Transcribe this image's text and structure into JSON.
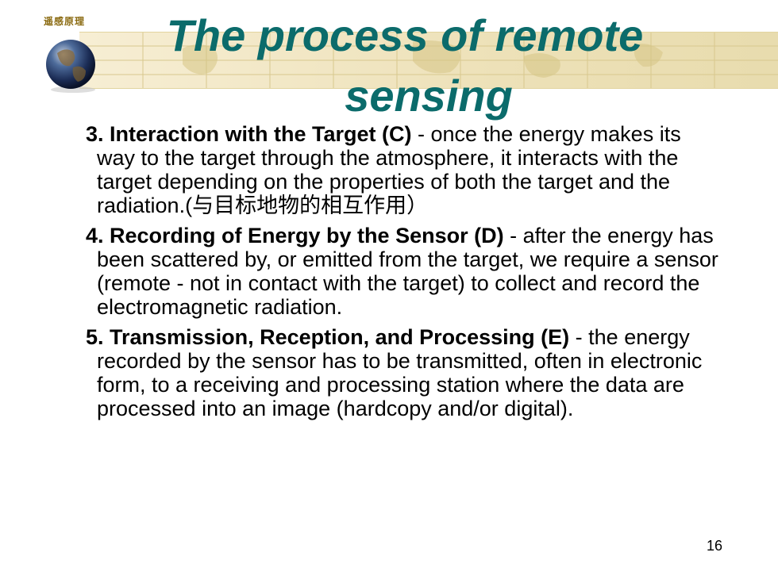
{
  "header": {
    "logo_text": "遥感原理",
    "title_line1": "The process of remote",
    "title_line2": "sensing"
  },
  "items": [
    {
      "heading": "3. Interaction with the Target (C)",
      "body": " - once the energy makes its way to the target through the atmosphere, it interacts with the target depending on the properties of both the target and the radiation.(与目标地物的相互作用）"
    },
    {
      "heading": "4. Recording of Energy by the Sensor (D)",
      "body": " - after the energy has been scattered by, or emitted from the target, we require a sensor (remote - not in contact with the target) to collect and record the electromagnetic radiation."
    },
    {
      "heading": "5. Transmission, Reception, and Processing (E)",
      "body": " - the energy recorded by the sensor has to be transmitted, often in electronic form, to a receiving and processing station where the data are processed into an image (hardcopy and/or digital)."
    }
  ],
  "footer": {
    "page_number": "16"
  },
  "colors": {
    "title": "#0b6b6b",
    "banner": "#ede1b8"
  },
  "icons": {
    "logo": "globe-icon"
  }
}
